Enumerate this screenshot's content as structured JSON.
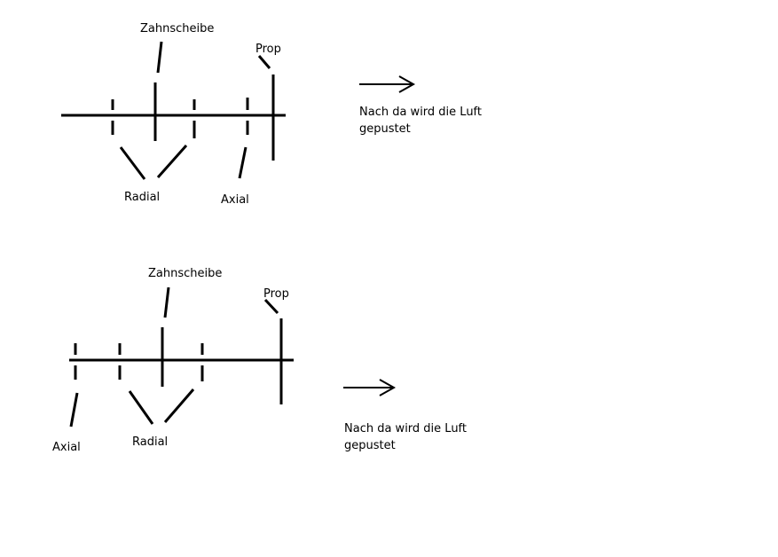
{
  "diagram_top": {
    "label_gear": "Zahnscheibe",
    "label_prop": "Prop",
    "label_radial": "Radial",
    "label_axial": "Axial",
    "note_line1": "Nach da wird die Luft",
    "note_line2": "gepustet"
  },
  "diagram_bottom": {
    "label_gear": "Zahnscheibe",
    "label_prop": "Prop",
    "label_radial": "Radial",
    "label_axial": "Axial",
    "note_line1": "Nach da wird die Luft",
    "note_line2": "gepustet"
  }
}
